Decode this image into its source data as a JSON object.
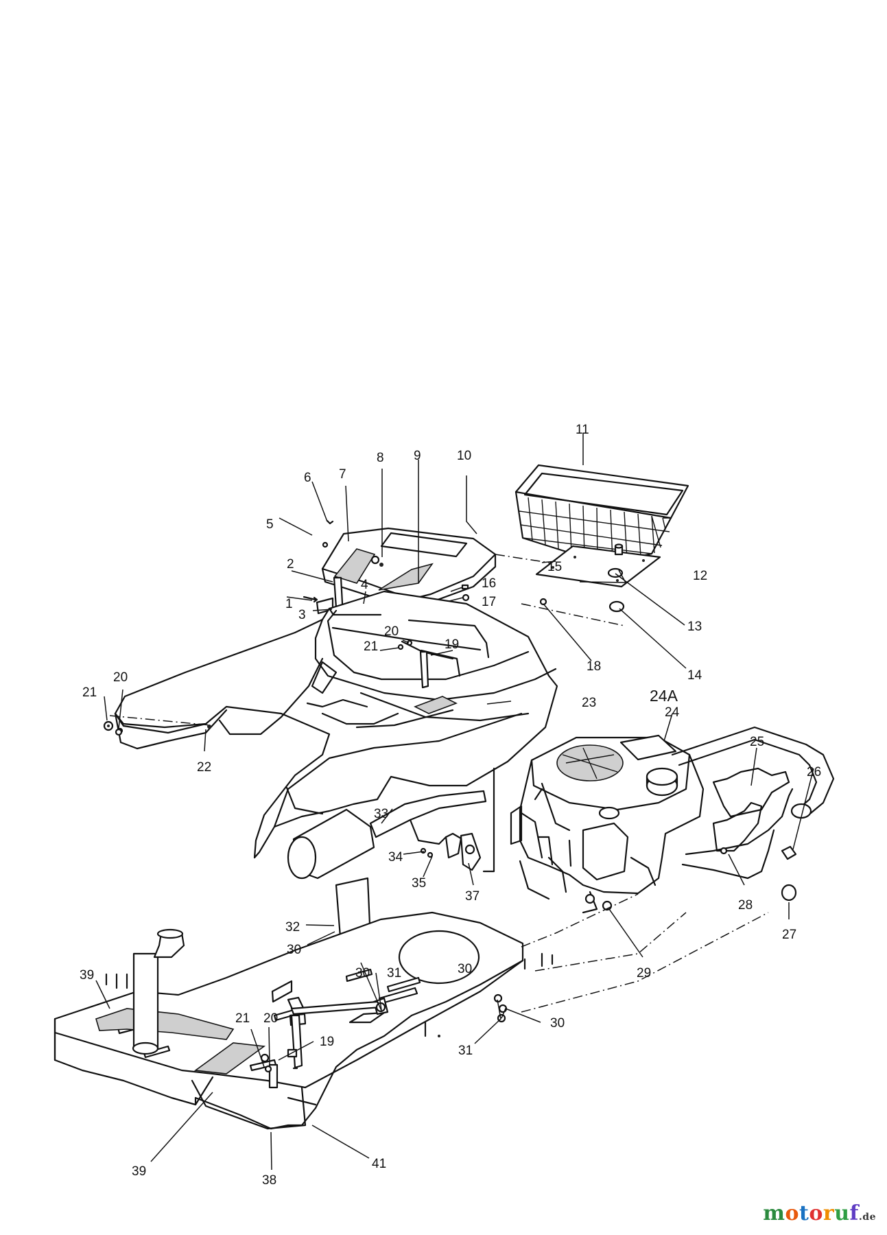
{
  "diagram": {
    "variant_label": "24A",
    "callouts": [
      "1",
      "2",
      "3",
      "4",
      "5",
      "6",
      "7",
      "8",
      "9",
      "10",
      "11",
      "12",
      "13",
      "14",
      "15",
      "16",
      "17",
      "18",
      "19",
      "19",
      "20",
      "20",
      "20",
      "21",
      "21",
      "21",
      "22",
      "23",
      "24",
      "25",
      "26",
      "27",
      "28",
      "29",
      "30",
      "30",
      "30",
      "30",
      "31",
      "31",
      "32",
      "33",
      "34",
      "35",
      "37",
      "38",
      "39",
      "39",
      "41"
    ]
  },
  "watermark": {
    "brand": "motoruf",
    "brand_letters": [
      "m",
      "o",
      "t",
      "o",
      "r",
      "u",
      "f"
    ],
    "tld": ".de"
  }
}
